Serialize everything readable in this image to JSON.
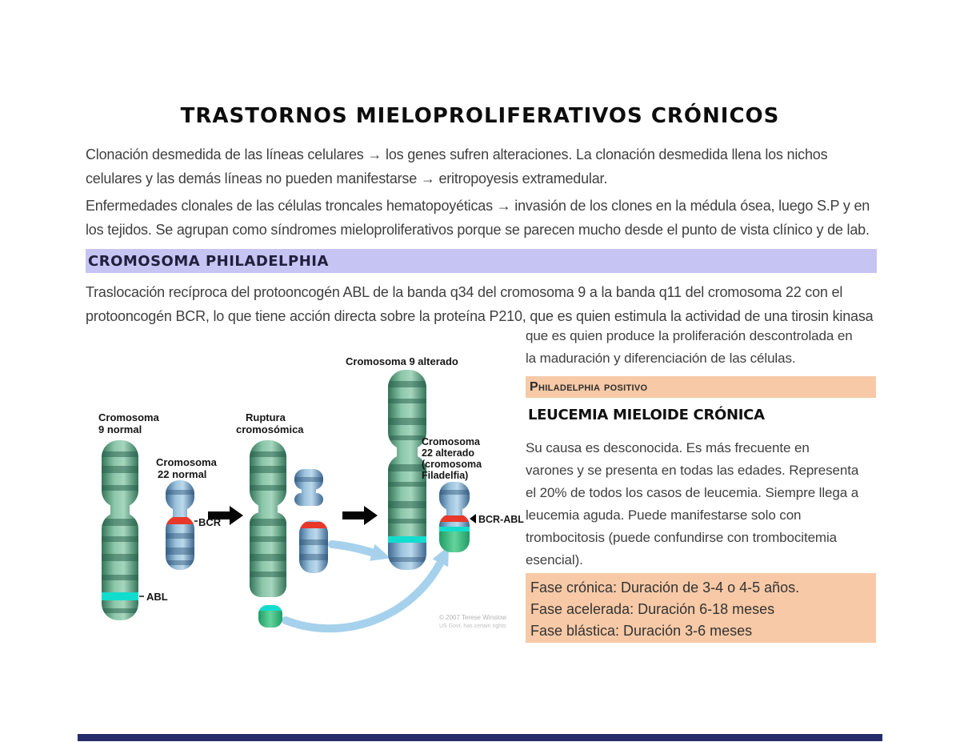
{
  "title": "TRASTORNOS MIELOPROLIFERATIVOS CRÓNICOS",
  "intro": {
    "p1": [
      "Clonación desmedida de las líneas celulares → los genes sufren alteraciones. La clonación desmedida llena los nichos",
      "celulares y las demás líneas no pueden manifestarse → eritropoyesis extramedular."
    ],
    "p2": [
      "Enfermedades clonales de las células troncales hematopoyéticas → invasión de los clones en la médula ósea, luego S.P y en",
      "los tejidos. Se agrupan como síndromes mieloproliferativos porque se parecen mucho desde el punto de vista clínico y de lab."
    ]
  },
  "philadelphia": {
    "heading": "CROMOSOMA PHILADELPHIA",
    "p": [
      "Traslocación recíproca del protooncogén ABL de la banda q34 del cromosoma 9 a la banda q11 del cromosoma 22 con el",
      "protooncogén BCR, lo que tiene acción directa sobre la proteína P210, que es quien estimula la actividad de una tirosin kinasa"
    ],
    "cont": [
      "que es quien produce la proliferación descontrolada en",
      "la maduración y diferenciación de las células."
    ]
  },
  "lmc": {
    "tag": "Philadelphia positivo",
    "heading": "LEUCEMIA MIELOIDE CRÓNICA",
    "body": [
      "Su causa es desconocida. Es más frecuente en",
      "varones y se presenta en todas las edades. Representa",
      "el 20% de todos los casos de leucemia. Siempre llega a",
      "leucemia aguda. Puede manifestarse solo con",
      "trombocitosis (puede confundirse con trombocitemia",
      "esencial)."
    ],
    "phases": [
      "Fase crónica: Duración de 3-4 o 4-5 años.",
      "Fase acelerada: Duración 6-18 meses",
      "Fase blástica: Duración 3-6 meses"
    ]
  },
  "diagram": {
    "chr9_normal_label": [
      "Cromosoma",
      "9 normal"
    ],
    "chr22_normal_label": [
      "Cromosoma",
      "22 normal"
    ],
    "ruptura_label": [
      "Ruptura",
      "cromosómica"
    ],
    "chr9_altered_label": "Cromosoma 9 alterado",
    "chr22_altered_label": [
      "Cromosoma",
      "22 alterado",
      "(cromosoma",
      "Filadelfia)"
    ],
    "bcr": "BCR",
    "abl": "ABL",
    "bcr_abl": "BCR-ABL",
    "credit": [
      "© 2007 Terese Winslow",
      "US Govt. has certain rights"
    ]
  },
  "colors": {
    "c-lavender": "#c6c4f3",
    "c-peach": "#f7c9a6",
    "c-footer": "#232e6b",
    "c-chrom-green": "#3f8465",
    "c-chrom-blue": "#5b84ab",
    "c-band-red": "#e8382a",
    "c-band-cyan": "#12dccd",
    "c-arrow-blue": "#a6d1ec"
  }
}
